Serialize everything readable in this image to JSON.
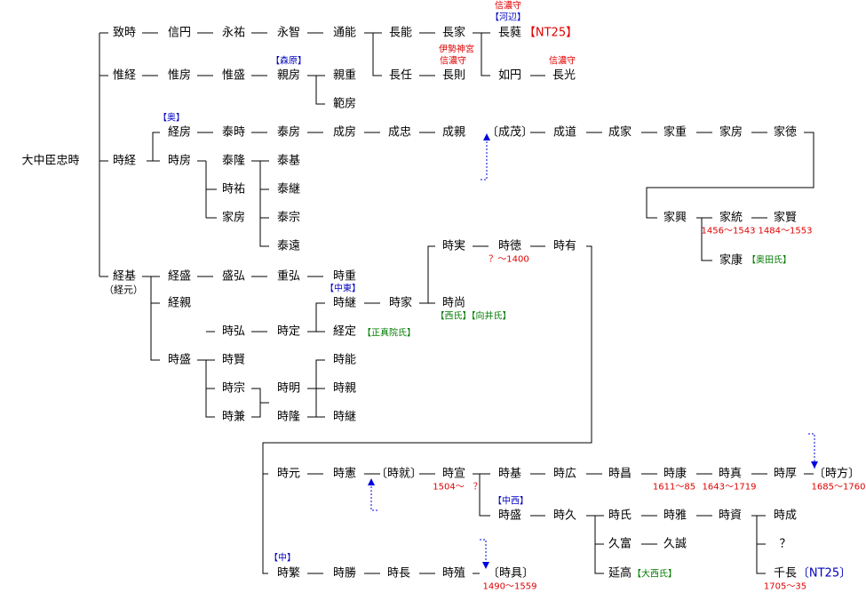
{
  "people": [
    {
      "id": "root",
      "text": "大中臣忠時"
    },
    {
      "id": "chiji",
      "text": "致時"
    },
    {
      "id": "nobumaru",
      "text": "信円"
    },
    {
      "id": "eiyu",
      "text": "永祐"
    },
    {
      "id": "eichi",
      "text": "永智"
    },
    {
      "id": "michiyoshi",
      "text": "通能"
    },
    {
      "id": "nagayoshi",
      "text": "長能"
    },
    {
      "id": "nagaie",
      "text": "長家"
    },
    {
      "id": "nagashige",
      "text": "長蕤"
    },
    {
      "id": "koretsune",
      "text": "惟経"
    },
    {
      "id": "korefusa",
      "text": "惟房"
    },
    {
      "id": "koremori",
      "text": "惟盛"
    },
    {
      "id": "chikafusa",
      "text": "親房"
    },
    {
      "id": "chikashige",
      "text": "親重"
    },
    {
      "id": "norifusa",
      "text": "範房"
    },
    {
      "id": "nagato",
      "text": "長任"
    },
    {
      "id": "nagatoshi",
      "text": "長則"
    },
    {
      "id": "joen",
      "text": "如円"
    },
    {
      "id": "nagamitsu",
      "text": "長光"
    },
    {
      "id": "tokitsune",
      "text": "時経"
    },
    {
      "id": "tsunefusa",
      "text": "経房"
    },
    {
      "id": "yasutoki",
      "text": "泰時"
    },
    {
      "id": "yasufusa",
      "text": "泰房"
    },
    {
      "id": "narifusa",
      "text": "成房"
    },
    {
      "id": "narutada",
      "text": "成忠"
    },
    {
      "id": "narichika",
      "text": "成親"
    },
    {
      "id": "narishige",
      "text": "〔成茂〕"
    },
    {
      "id": "narimichi",
      "text": "成道"
    },
    {
      "id": "nariie",
      "text": "成家"
    },
    {
      "id": "ieshige",
      "text": "家重"
    },
    {
      "id": "iefusa",
      "text": "家房"
    },
    {
      "id": "ienori",
      "text": "家徳"
    },
    {
      "id": "tokifusa",
      "text": "時房"
    },
    {
      "id": "yasutaka",
      "text": "泰隆"
    },
    {
      "id": "yasumoto",
      "text": "泰基"
    },
    {
      "id": "tokiyuu",
      "text": "時祐"
    },
    {
      "id": "yasutsugu",
      "text": "泰継"
    },
    {
      "id": "iefusa2",
      "text": "家房"
    },
    {
      "id": "yasumune",
      "text": "泰宗"
    },
    {
      "id": "yasutoo",
      "text": "泰遠"
    },
    {
      "id": "ieoki",
      "text": "家興"
    },
    {
      "id": "iemune",
      "text": "家統"
    },
    {
      "id": "iekata",
      "text": "家賢"
    },
    {
      "id": "ieyasu",
      "text": "家康"
    },
    {
      "id": "tsunemoto",
      "text": "経基"
    },
    {
      "id": "tsunemoto_alt",
      "text": "（経元）"
    },
    {
      "id": "tsunemori",
      "text": "経盛"
    },
    {
      "id": "morihiro",
      "text": "盛弘"
    },
    {
      "id": "shigehiro",
      "text": "重弘"
    },
    {
      "id": "tokishige",
      "text": "時重"
    },
    {
      "id": "tsunechika",
      "text": "経親"
    },
    {
      "id": "tokizane",
      "text": "時実"
    },
    {
      "id": "tokinori",
      "text": "時徳"
    },
    {
      "id": "tokiari",
      "text": "時有"
    },
    {
      "id": "tokitsugu",
      "text": "時継"
    },
    {
      "id": "tokiie",
      "text": "時家"
    },
    {
      "id": "tokinao",
      "text": "時尚"
    },
    {
      "id": "tokimori",
      "text": "時盛"
    },
    {
      "id": "tokihiro",
      "text": "時弘"
    },
    {
      "id": "tokisada",
      "text": "時定"
    },
    {
      "id": "tsunesada",
      "text": "経定"
    },
    {
      "id": "tokikata",
      "text": "時賢"
    },
    {
      "id": "tokimune",
      "text": "時宗"
    },
    {
      "id": "tokiaki",
      "text": "時明"
    },
    {
      "id": "tokikane",
      "text": "時兼"
    },
    {
      "id": "tokitaka",
      "text": "時隆"
    },
    {
      "id": "tokiyoshi",
      "text": "時能"
    },
    {
      "id": "tokichika",
      "text": "時親"
    },
    {
      "id": "tokitsugu2",
      "text": "時継"
    },
    {
      "id": "tokimoto",
      "text": "時元"
    },
    {
      "id": "tokinori2",
      "text": "時憲"
    },
    {
      "id": "tokinari",
      "text": "〔時就〕"
    },
    {
      "id": "tokinobu",
      "text": "時宣"
    },
    {
      "id": "tokimoto2",
      "text": "時基"
    },
    {
      "id": "tokihiro2",
      "text": "時広"
    },
    {
      "id": "tokimasa",
      "text": "時昌"
    },
    {
      "id": "tokiyasu",
      "text": "時康"
    },
    {
      "id": "tokizane2",
      "text": "時真"
    },
    {
      "id": "tokiatsu",
      "text": "時厚"
    },
    {
      "id": "tokikata2",
      "text": "〔時方〕"
    },
    {
      "id": "tokimori2",
      "text": "時盛"
    },
    {
      "id": "tokihisa",
      "text": "時久"
    },
    {
      "id": "tokiuji",
      "text": "時氏"
    },
    {
      "id": "tokimasa2",
      "text": "時雅"
    },
    {
      "id": "tokisuke",
      "text": "時資"
    },
    {
      "id": "tokinari2",
      "text": "時成"
    },
    {
      "id": "hisatomi",
      "text": "久富"
    },
    {
      "id": "hisanobu",
      "text": "久誠"
    },
    {
      "id": "unknown",
      "text": "？"
    },
    {
      "id": "nobutaka",
      "text": "延高"
    },
    {
      "id": "chinaga",
      "text": "千長"
    },
    {
      "id": "tokishige2",
      "text": "時繁"
    },
    {
      "id": "tokikatsu",
      "text": "時勝"
    },
    {
      "id": "tokinaga",
      "text": "時長"
    },
    {
      "id": "tokitane",
      "text": "時殖"
    },
    {
      "id": "tokitomo",
      "text": "〔時具〕"
    }
  ],
  "notes": [
    {
      "id": "shinano1",
      "text": "信濃守",
      "color": "red"
    },
    {
      "id": "kawabe",
      "text": "【河辺】",
      "color": "blue"
    },
    {
      "id": "nt25a",
      "text": "【NT25】",
      "color": "red"
    },
    {
      "id": "ise",
      "text": "伊勢神宮",
      "color": "red"
    },
    {
      "id": "shinano2",
      "text": "信濃守",
      "color": "red"
    },
    {
      "id": "shinano3",
      "text": "信濃守",
      "color": "red"
    },
    {
      "id": "morihara",
      "text": "【森原】",
      "color": "blue"
    },
    {
      "id": "oku",
      "text": "【奥】",
      "color": "blue"
    },
    {
      "id": "d_iemune",
      "text": "1456～1543",
      "color": "red"
    },
    {
      "id": "d_iekata",
      "text": "1484～1553",
      "color": "red"
    },
    {
      "id": "okuda",
      "text": "【奥田氏】",
      "color": "green"
    },
    {
      "id": "nakahigashi",
      "text": "【中東】",
      "color": "blue"
    },
    {
      "id": "d_tokinori",
      "text": "？～1400",
      "color": "red"
    },
    {
      "id": "nishi",
      "text": "【西氏】【向井氏】",
      "color": "green"
    },
    {
      "id": "shoshinin",
      "text": "【正真院氏】",
      "color": "green"
    },
    {
      "id": "d_tokinobu",
      "text": "1504～　？",
      "color": "red"
    },
    {
      "id": "d_tokiyasu",
      "text": "1611～85",
      "color": "red"
    },
    {
      "id": "d_tokizane",
      "text": "1643～1719",
      "color": "red"
    },
    {
      "id": "d_tokikata",
      "text": "1685～1760",
      "color": "red"
    },
    {
      "id": "nakanishi",
      "text": "【中西】",
      "color": "blue"
    },
    {
      "id": "oonishi",
      "text": "【大西氏】",
      "color": "green"
    },
    {
      "id": "nt25b",
      "text": "〔NT25〕",
      "color": "blue"
    },
    {
      "id": "d_chinaga",
      "text": "1705～35",
      "color": "red"
    },
    {
      "id": "naka",
      "text": "【中】",
      "color": "blue"
    },
    {
      "id": "d_tokitomo",
      "text": "1490～1559",
      "color": "red"
    }
  ]
}
